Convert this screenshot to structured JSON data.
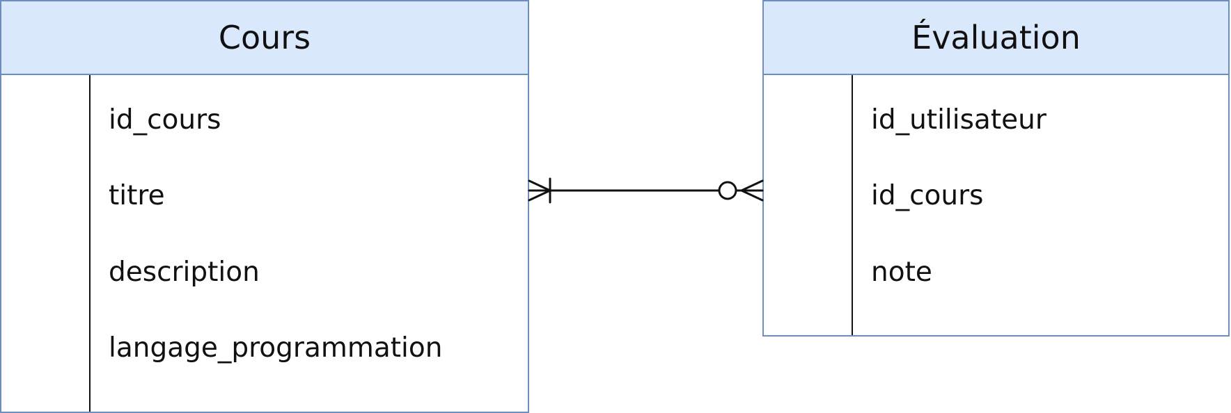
{
  "entities": {
    "cours": {
      "title": "Cours",
      "attributes": [
        "id_cours",
        "titre",
        "description",
        "langage_programmation"
      ]
    },
    "evaluation": {
      "title": "Évaluation",
      "attributes": [
        "id_utilisateur",
        "id_cours",
        "note"
      ]
    }
  },
  "relationship": {
    "from_cardinality": "one-or-many",
    "to_cardinality": "zero-or-many"
  },
  "colors": {
    "header_fill": "#dae8fc",
    "border": "#6c8ebf",
    "line": "#111111"
  }
}
